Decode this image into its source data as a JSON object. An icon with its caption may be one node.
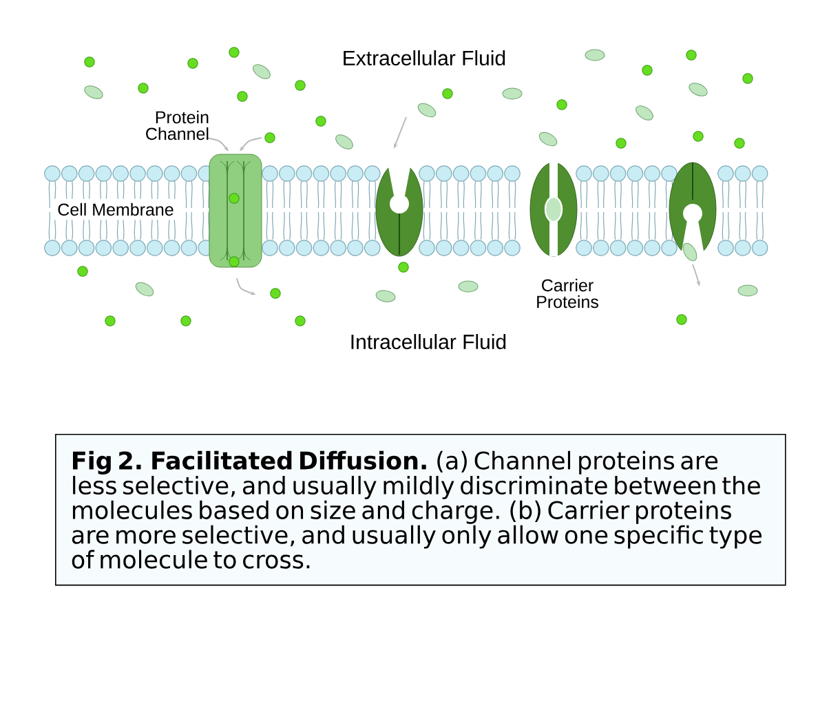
{
  "diagram": {
    "caption": "**Fig 2. Facilitated Diffusion.** (a) Channel proteins are less selective, and usually mildly discriminate between the molecules based on size and charge. (b) Carrier proteins are more selective, and usually only allow one specific type of molecule to cross.",
    "labels": [
      "Extracellular Fluid",
      "Protein Channel",
      "Cell Membrane",
      "Carrier Proteins",
      "Intracellular Fluid"
    ]
  }
}
